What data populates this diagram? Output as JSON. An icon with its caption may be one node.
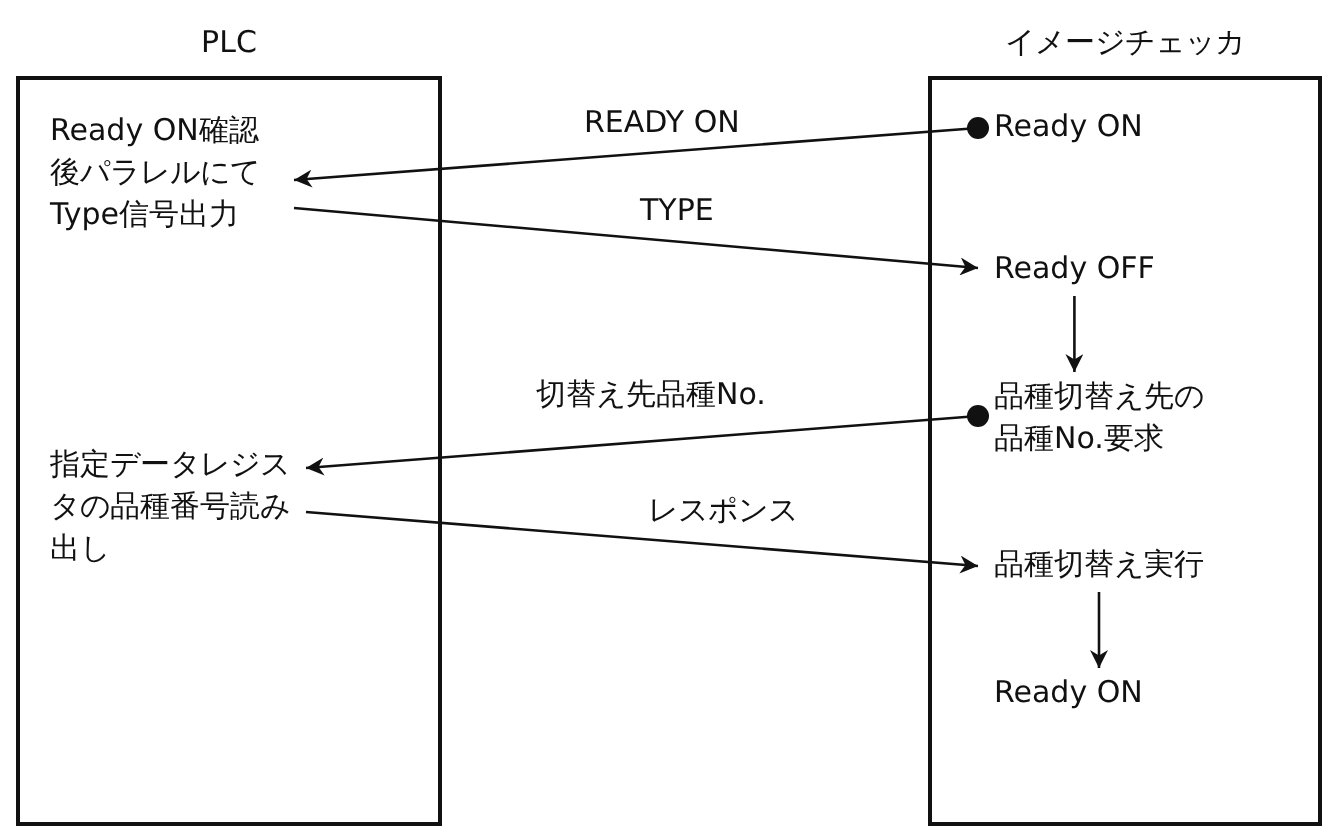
{
  "diagram": {
    "nodes": [
      {
        "text": [
          "PLC"
        ]
      },
      {
        "text": [
          "Ready ON確認後パラレルにてType信号出力"
        ],
        "in": 0
      },
      {
        "text": [
          "指定データレジスタの品種番号読み出し"
        ],
        "in": 0
      },
      {
        "text": [
          "イメージチェッカ"
        ]
      },
      {
        "text": [
          "Ready ON"
        ],
        "in": 3
      },
      {
        "text": [
          "Ready OFF"
        ],
        "in": 3
      },
      {
        "text": [
          "品種切替え先の品種No.要求"
        ],
        "in": 3
      },
      {
        "text": [
          "品種切替え実行"
        ],
        "in": 3
      },
      {
        "text": [
          "Ready ON"
        ],
        "in": 3
      }
    ],
    "edges": [
      {
        "from": 4,
        "to": 1,
        "arrow": "to",
        "label": "READY ON"
      },
      {
        "from": 1,
        "to": 5,
        "arrow": "to",
        "label": "TYPE"
      },
      {
        "from": 5,
        "to": 6,
        "arrow": "to"
      },
      {
        "from": 6,
        "to": 2,
        "arrow": "to",
        "label": "切替え先品種No."
      },
      {
        "from": 2,
        "to": 7,
        "arrow": "to",
        "label": "レスポンス"
      },
      {
        "from": 7,
        "to": 8,
        "arrow": "to"
      }
    ]
  }
}
